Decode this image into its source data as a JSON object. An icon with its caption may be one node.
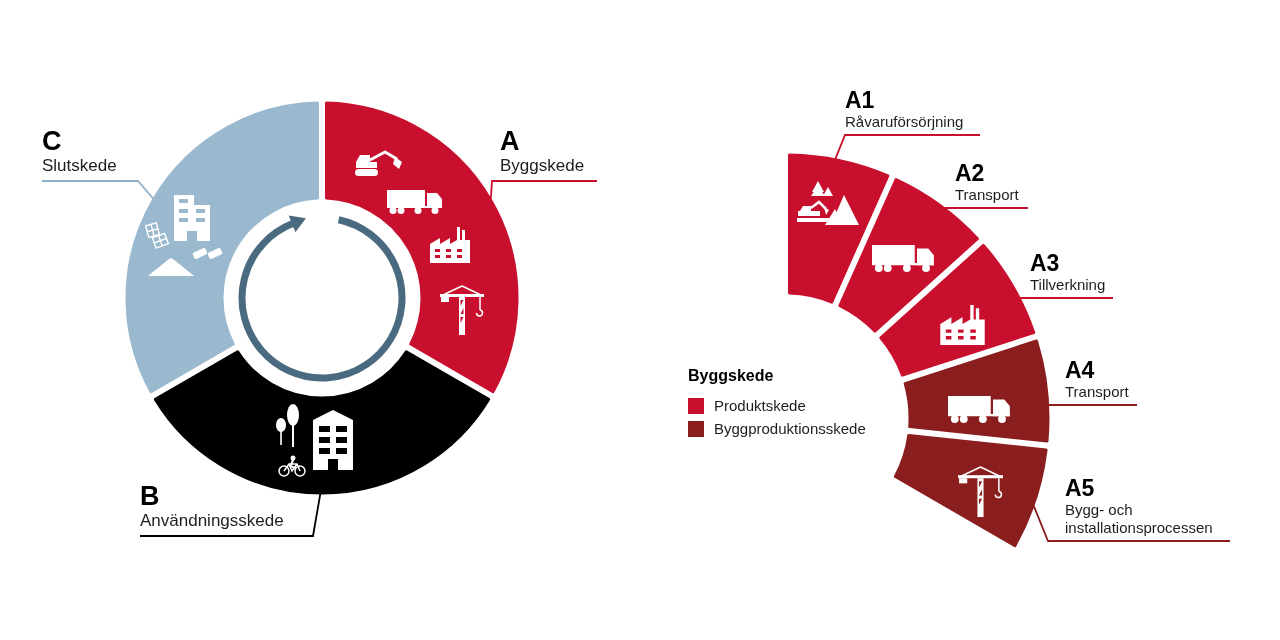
{
  "diagram": {
    "nodes": [
      {
        "text": [
          "C",
          "Slutskede"
        ]
      },
      {
        "text": [
          "A",
          "Byggskede"
        ]
      },
      {
        "text": [],
        "shape": "arc"
      },
      {
        "text": [],
        "shape": "arc"
      },
      {
        "text": [],
        "shape": "arc"
      },
      {
        "text": [
          "B",
          "Användningsskede"
        ]
      },
      {
        "text": [
          "A1",
          "Råvaruförsörjning"
        ]
      },
      {
        "text": [],
        "shape": "arc"
      },
      {
        "text": [
          "A2",
          "Transport"
        ]
      },
      {
        "text": [],
        "shape": "arc"
      },
      {
        "text": [
          "A3",
          "Tillverkning"
        ]
      },
      {
        "text": [],
        "shape": "arc"
      },
      {
        "text": [
          "A4",
          "Transport"
        ]
      },
      {
        "text": [],
        "shape": "arc"
      },
      {
        "text": [
          "A5",
          "Bygg- och installationsprocessen"
        ]
      },
      {
        "text": [],
        "shape": "arc"
      }
    ],
    "edges": [
      {
        "from": 0,
        "to": 2,
        "arrow": "none",
        "color": "#8fb1c8"
      },
      {
        "from": 1,
        "to": 3,
        "arrow": "none"
      },
      {
        "from": 5,
        "to": 4,
        "arrow": "none",
        "color": "#000000"
      },
      {
        "from": 6,
        "to": 7,
        "arrow": "none"
      },
      {
        "from": 8,
        "to": 9,
        "arrow": "none"
      },
      {
        "from": 10,
        "to": 11,
        "arrow": "none"
      },
      {
        "from": 12,
        "to": 13,
        "arrow": "none",
        "color": "#8a1e1e"
      },
      {
        "from": 14,
        "to": 15,
        "arrow": "none",
        "color": "#8a1e1e"
      }
    ],
    "labels": [
      "Byggskede"
    ],
    "legend": [
      {
        "text": "Produktskede",
        "color": "#c8102e"
      },
      {
        "text": "Byggproduktionsskede",
        "color": "#8a1e1e"
      }
    ]
  }
}
